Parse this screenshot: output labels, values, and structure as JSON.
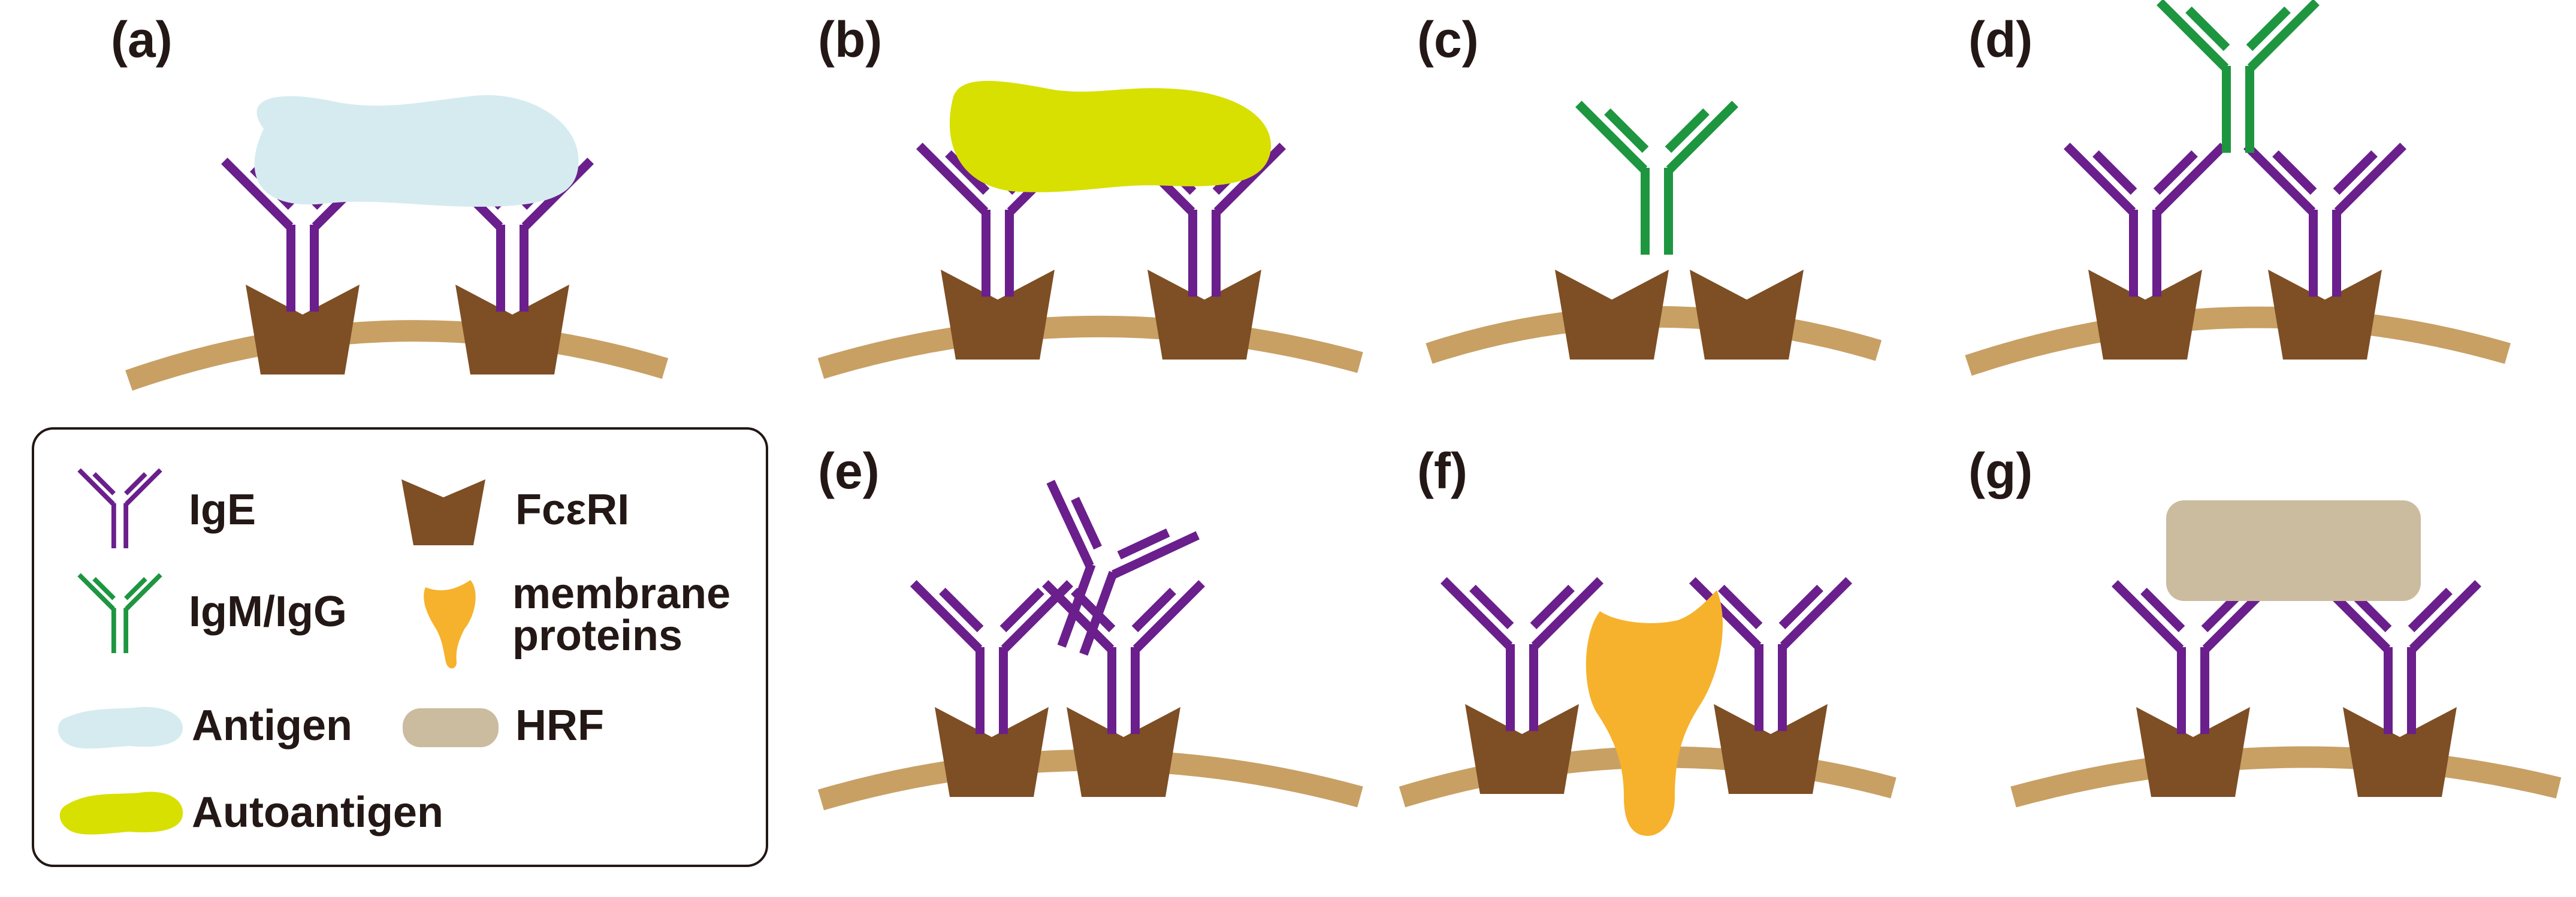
{
  "panels": [
    {
      "label": "(a)"
    },
    {
      "label": "(b)"
    },
    {
      "label": "(c)"
    },
    {
      "label": "(d)"
    },
    {
      "label": "(e)"
    },
    {
      "label": "(f)"
    },
    {
      "label": "(g)"
    }
  ],
  "legend": {
    "ige": "IgE",
    "fceri": "FcεRI",
    "igm_igg": "IgM/IgG",
    "membrane_line1": "membrane",
    "membrane_line2": "proteins",
    "antigen": "Antigen",
    "hrf": "HRF",
    "autoantigen": "Autoantigen"
  },
  "colors": {
    "membrane": "#c8a064",
    "receptor": "#7e4e24",
    "ige": "#6a1f8c",
    "igm_igg": "#1e9640",
    "antigen": "#d6ebf0",
    "autoantigen": "#d7e000",
    "membrane_protein": "#f6b22c",
    "hrf": "#cbbc9f"
  }
}
